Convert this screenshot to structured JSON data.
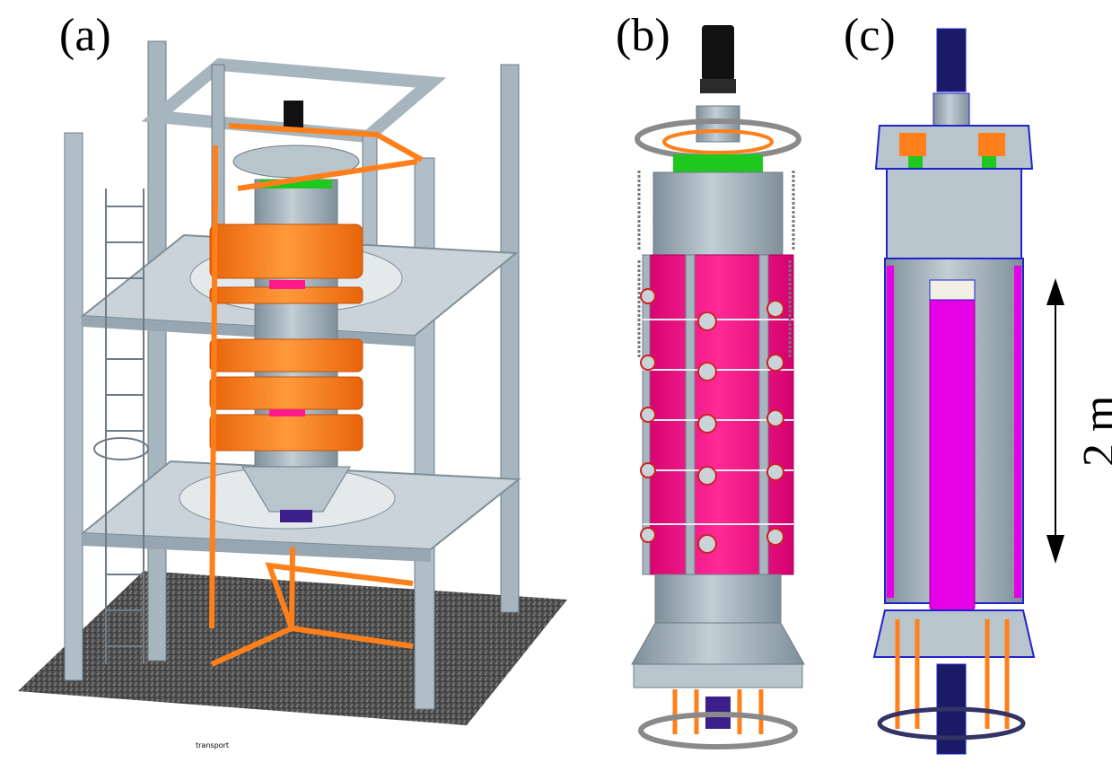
{
  "labels": {
    "a": "(a)",
    "b": "(b)",
    "c": "(c)"
  },
  "caption_small": "transport",
  "scale": {
    "text": "2 m"
  },
  "colors": {
    "steel": "#a7b5bf",
    "steel_dark": "#7f8f9a",
    "orange": "#ff7f1a",
    "magenta": "#ff1a8c",
    "magenta_bright": "#e600e6",
    "green": "#1ec81e",
    "blue_line": "#2222cc",
    "gravel": "#5a5a5a",
    "black": "#111111"
  }
}
